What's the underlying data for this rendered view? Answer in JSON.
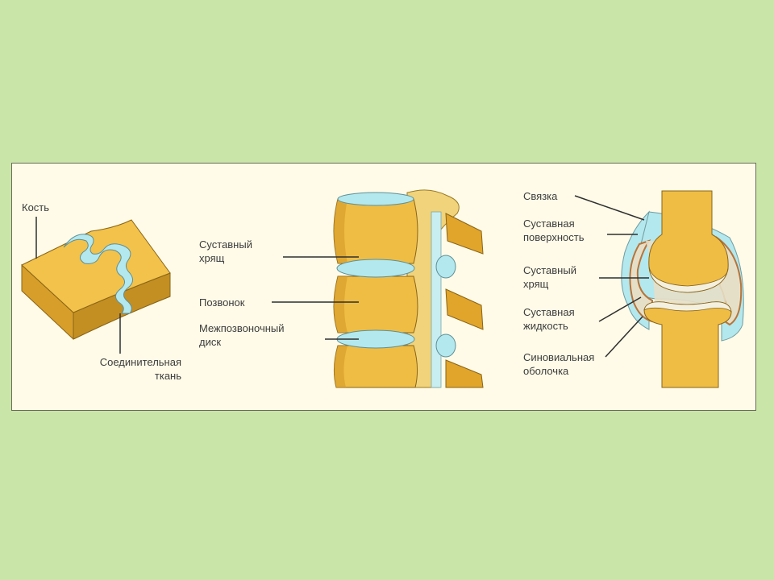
{
  "diagram": {
    "colors": {
      "background": "#c9e5a8",
      "panel": "#fffbe8",
      "bone_light": "#f2c24a",
      "bone_mid": "#e3a92c",
      "bone_dark": "#b9861d",
      "connective": "#b3e8ee",
      "capsule": "#e6dfc8",
      "label_text": "#3c3c3c",
      "leader_line": "#2f2f2f"
    },
    "labels": {
      "bone": "Кость",
      "connective_tissue": [
        "Соединительная",
        "ткань"
      ],
      "articular_cartilage_spine": [
        "Суставный",
        "хрящ"
      ],
      "vertebra": "Позвонок",
      "intervertebral_disc": [
        "Межпозвоночный",
        "диск"
      ],
      "ligament": "Связка",
      "articular_surface": [
        "Суставная",
        "поверхность"
      ],
      "articular_cartilage_joint": [
        "Суставный",
        "хрящ"
      ],
      "synovial_fluid": [
        "Суставная",
        "жидкость"
      ],
      "synovial_membrane": [
        "Синовиальная",
        "оболочка"
      ]
    }
  }
}
